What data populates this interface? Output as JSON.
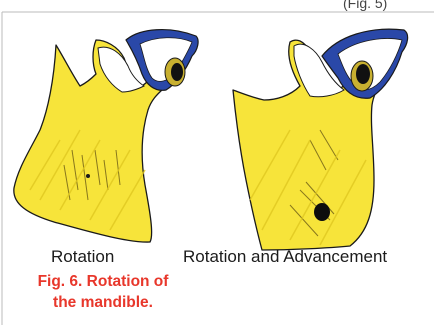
{
  "figure": {
    "top_partial_text": "(Fig. 5)",
    "left_label": "Rotation",
    "right_label": "Rotation and Advancement",
    "caption_line1": "Fig. 6. Rotation of",
    "caption_line2": "the mandible."
  },
  "colors": {
    "bone_fill": "#f7e43a",
    "bone_outline": "#1a1a1a",
    "eye_blue": "#2a48a8",
    "caption_red": "#e8372b"
  }
}
